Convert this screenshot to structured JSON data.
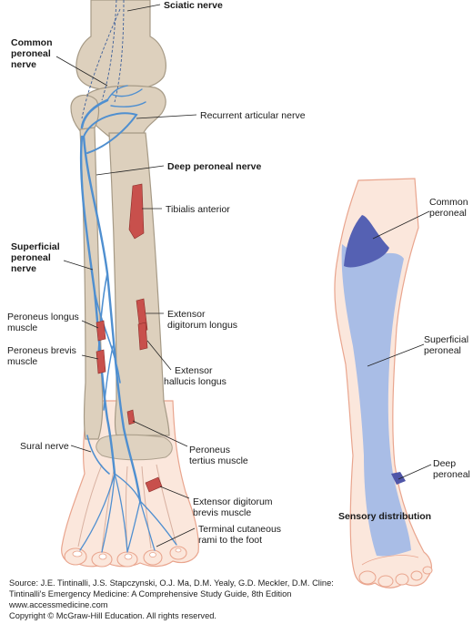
{
  "labels": {
    "sciatic": "Sciatic nerve",
    "common_l1": "Common",
    "common_l2": "peroneal",
    "common_l3": "nerve",
    "recurrent": "Recurrent articular nerve",
    "deep": "Deep peroneal nerve",
    "tibialis": "Tibialis anterior",
    "superficial_l1": "Superficial",
    "superficial_l2": "peroneal",
    "superficial_l3": "nerve",
    "edl_l1": "Extensor",
    "edl_l2": "digitorum longus",
    "pl_l1": "Peroneus longus",
    "pl_l2": "muscle",
    "pb_l1": "Peroneus brevis",
    "pb_l2": "muscle",
    "ehl_l1": "Extensor",
    "ehl_l2": "hallucis longus",
    "sural": "Sural nerve",
    "pt_l1": "Peroneus",
    "pt_l2": "tertius muscle",
    "edb_l1": "Extensor digitorum",
    "edb_l2": "brevis muscle",
    "terminal_l1": "Terminal cutaneous",
    "terminal_l2": "rami to the foot",
    "s_common_l1": "Common",
    "s_common_l2": "peroneal",
    "s_superficial_l1": "Superficial",
    "s_superficial_l2": "peroneal",
    "s_deep_l1": "Deep",
    "s_deep_l2": "peroneal",
    "sensory_caption": "Sensory distribution"
  },
  "source": {
    "line1": "Source: J.E. Tintinalli, J.S. Stapczynski, O.J. Ma, D.M. Yealy, G.D. Meckler, D.M. Cline:",
    "line2": "Tintinalli's Emergency Medicine: A Comprehensive Study Guide, 8th Edition",
    "line3": "www.accessmedicine.com",
    "line4": "Copyright © McGraw-Hill Education.  All rights reserved."
  },
  "colors": {
    "skin": "#fbe7dc",
    "skin_outline": "#e9a58e",
    "bone": "#ddd0bd",
    "bone_outline": "#a69a86",
    "nerve": "#4f8fd0",
    "muscle": "#c8504c",
    "common_region": "#5561b3",
    "superficial_region": "#a9bde6",
    "deep_region": "#4f55a8"
  }
}
